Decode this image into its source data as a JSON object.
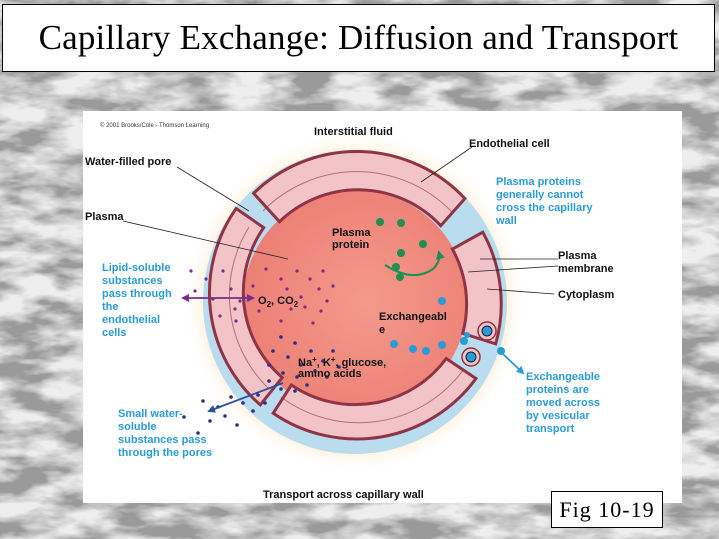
{
  "slide": {
    "title": "Capillary Exchange: Diffusion and Transport",
    "figure_label": "Fig 10-19"
  },
  "diagram": {
    "copyright": "© 2001 Brooks/Cole - Thomson Learning",
    "caption": "Transport across capillary wall",
    "labels": {
      "interstitial_fluid": "Interstitial fluid",
      "endothelial_cell": "Endothelial cell",
      "water_filled_pore": "Water-filled pore",
      "plasma": "Plasma",
      "plasma_protein": [
        "Plasma",
        "protein"
      ],
      "plasma_membrane": [
        "Plasma",
        "membrane"
      ],
      "cytoplasm": "Cytoplasm",
      "exchangeable": [
        "Exchangeabl",
        "e"
      ],
      "gases": {
        "o": "O",
        "o_sub": "2",
        "sep": ", CO",
        "co_sub": "2"
      },
      "ions": {
        "na": "Na",
        "na_sup": "+",
        "k": ", K",
        "k_sup": "+",
        "rest": ", glucose,",
        "line2": "amino acids"
      }
    },
    "notes": {
      "proteins_cannot_cross": [
        "Plasma proteins",
        "generally cannot",
        "cross the capillary",
        "wall"
      ],
      "lipid_soluble": [
        "Lipid-soluble",
        "substances",
        "pass through",
        "the",
        "endothelial",
        "cells"
      ],
      "small_water_soluble": [
        "Small water-",
        "soluble",
        "substances pass",
        "through the pores"
      ],
      "vesicular": [
        "Exchangeable",
        "proteins are",
        "moved across",
        "by vesicular",
        "transport"
      ]
    },
    "colors": {
      "plasma_fill": "#f08a7e",
      "wall_fill": "#f2c4c7",
      "wall_stroke": "#8e3444",
      "glow": "#fdd9a0",
      "pore": "#b9dcee",
      "protein_green": "#1e8f4e",
      "purple": "#7a2b8c",
      "navy": "#2a2f88",
      "cyan": "#2a9bd6"
    }
  }
}
